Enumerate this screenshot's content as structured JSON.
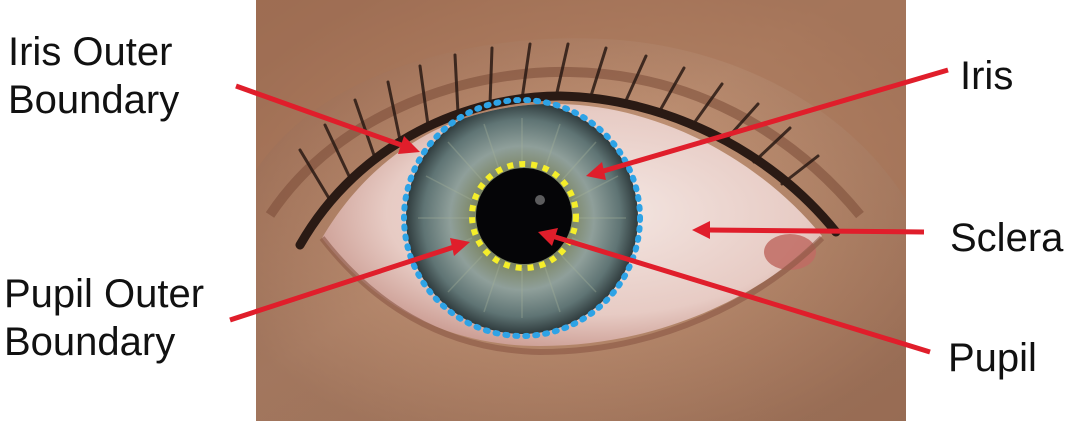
{
  "labels": {
    "iris_outer_line1": "Iris Outer",
    "iris_outer_line2": "Boundary",
    "pupil_outer_line1": "Pupil Outer",
    "pupil_outer_line2": "Boundary",
    "iris": "Iris",
    "sclera": "Sclera",
    "pupil": "Pupil"
  },
  "colors": {
    "arrow": "#e01e2b",
    "iris_boundary": "#2ea3e6",
    "pupil_boundary": "#f5ee2a",
    "background": "#ffffff"
  }
}
